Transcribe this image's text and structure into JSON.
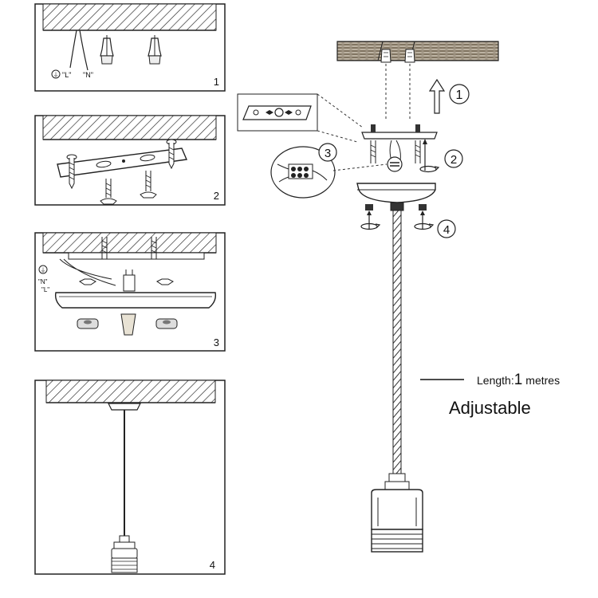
{
  "panels": [
    {
      "number": "1",
      "labels": [
        "\"L\"",
        "\"N\""
      ],
      "ground_symbol": "⏚"
    },
    {
      "number": "2"
    },
    {
      "number": "3",
      "labels": [
        "\"N\"",
        "\"L\""
      ],
      "ground_symbol": "⏚"
    },
    {
      "number": "4"
    }
  ],
  "main": {
    "steps": [
      "1",
      "2",
      "3",
      "4"
    ],
    "length_prefix": "Length:",
    "length_value": "1",
    "length_unit": "metres",
    "adjustable": "Adjustable"
  }
}
